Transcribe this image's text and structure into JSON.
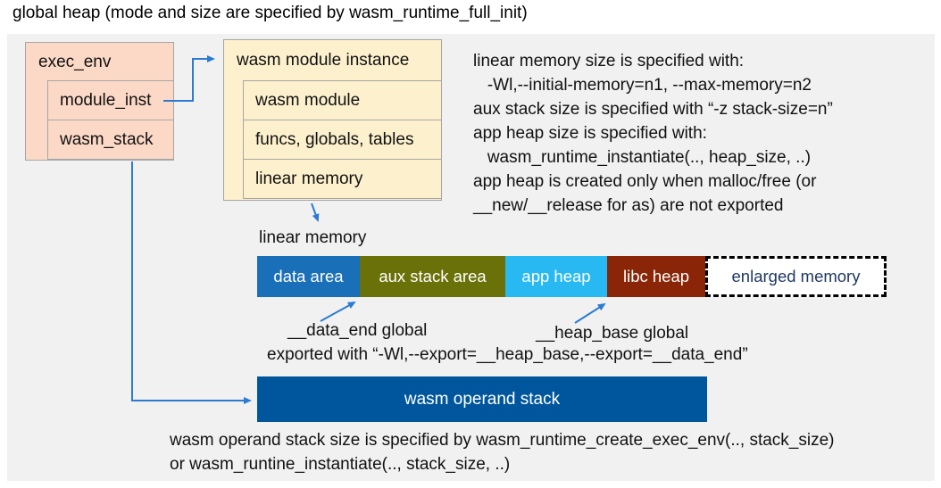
{
  "title": "global heap (mode and size are specified by wasm_runtime_full_init)",
  "exec_env": {
    "header": "exec_env",
    "rows": [
      "module_inst",
      "wasm_stack"
    ]
  },
  "module_instance": {
    "header": "wasm module instance",
    "rows": [
      "wasm module",
      "funcs, globals, tables",
      "linear memory"
    ]
  },
  "notes_right": {
    "lines": [
      "linear memory size is specified with:",
      "   -Wl,--initial-memory=n1, --max-memory=n2",
      "aux stack size is specified with “-z stack-size=n”",
      "app heap size is specified with:",
      "   wasm_runtime_instantiate(.., heap_size, ..)",
      "app heap is created only when malloc/free (or",
      "__new/__release for as) are not exported"
    ]
  },
  "linear_memory": {
    "label": "linear memory",
    "segments": [
      {
        "label": "data area",
        "color": "#1a70b8",
        "text_color": "#ffffff"
      },
      {
        "label": "aux stack area",
        "color": "#6b7109",
        "text_color": "#ffffff"
      },
      {
        "label": "app heap",
        "color": "#29b9f2",
        "text_color": "#ffffff"
      },
      {
        "label": "libc heap",
        "color": "#8a2507",
        "text_color": "#ffffff"
      },
      {
        "label": "enlarged memory",
        "color": "#ffffff",
        "text_color": "#1f3864",
        "border": "dashed-black"
      }
    ]
  },
  "annotations": {
    "data_end": "__data_end global",
    "heap_base": "__heap_base global",
    "exported": "exported with “-Wl,--export=__heap_base,--export=__data_end”"
  },
  "operand_stack": {
    "label": "wasm operand stack",
    "color": "#00569d"
  },
  "bottom_note": {
    "lines": [
      "wasm operand stack size is specified by wasm_runtime_create_exec_env(.., stack_size)",
      "or wasm_runtine_instantiate(.., stack_size, ..)"
    ]
  },
  "box_colors": {
    "exec_env_fill": "#fcd9c7",
    "module_instance_fill": "#fdf1cd",
    "box_border": "#a6a6a6",
    "panel_background": "#f1f1f1",
    "connector_blue": "#2b7bd2"
  }
}
